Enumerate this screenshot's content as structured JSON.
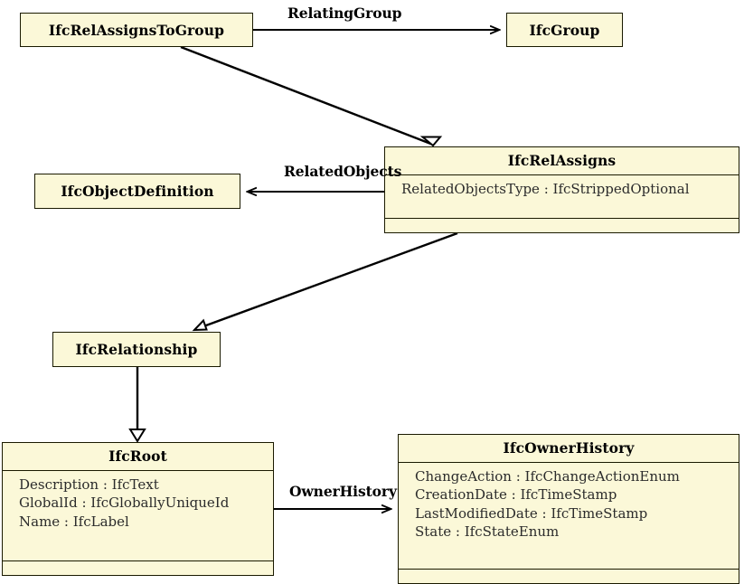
{
  "diagram": {
    "type": "uml-class-diagram",
    "background_color": "#ffffff",
    "box_fill_color": "#fbf8d8",
    "box_border_color": "#1a1a00",
    "line_color": "#000000"
  },
  "classes": {
    "ifcrelassignstogroup": {
      "name": "IfcRelAssignsToGroup",
      "attributes": []
    },
    "ifcgroup": {
      "name": "IfcGroup",
      "attributes": []
    },
    "ifcobjectdefinition": {
      "name": "IfcObjectDefinition",
      "attributes": []
    },
    "ifcrelassigns": {
      "name": "IfcRelAssigns",
      "attributes": [
        "RelatedObjectsType : IfcStrippedOptional"
      ]
    },
    "ifcrelationship": {
      "name": "IfcRelationship",
      "attributes": []
    },
    "ifcroot": {
      "name": "IfcRoot",
      "attributes": [
        "Description : IfcText",
        "GlobalId : IfcGloballyUniqueId",
        "Name : IfcLabel"
      ]
    },
    "ifcownerhistory": {
      "name": "IfcOwnerHistory",
      "attributes": [
        "ChangeAction : IfcChangeActionEnum",
        "CreationDate : IfcTimeStamp",
        "LastModifiedDate : IfcTimeStamp",
        "State : IfcStateEnum"
      ]
    }
  },
  "edges": {
    "relating_group": {
      "label": "RelatingGroup",
      "from": "IfcRelAssignsToGroup",
      "to": "IfcGroup",
      "kind": "association"
    },
    "related_objects": {
      "label": "RelatedObjects",
      "from": "IfcRelAssigns",
      "to": "IfcObjectDefinition",
      "kind": "association"
    },
    "owner_history": {
      "label": "OwnerHistory",
      "from": "IfcRoot",
      "to": "IfcOwnerHistory",
      "kind": "association"
    },
    "gen_relassignstogroup_relassigns": {
      "label": "",
      "from": "IfcRelAssignsToGroup",
      "to": "IfcRelAssigns",
      "kind": "generalization"
    },
    "gen_relassigns_relationship": {
      "label": "",
      "from": "IfcRelAssigns",
      "to": "IfcRelationship",
      "kind": "generalization"
    },
    "gen_relationship_root": {
      "label": "",
      "from": "IfcRelationship",
      "to": "IfcRoot",
      "kind": "generalization"
    }
  }
}
